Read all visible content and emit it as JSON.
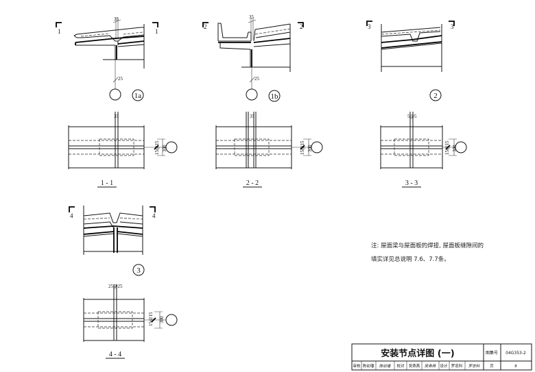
{
  "details": {
    "d1a": {
      "section_mark": "1",
      "dim_top": "35",
      "dim_bottom": "25",
      "label": "1a"
    },
    "d1b": {
      "section_mark": "2",
      "dim_top": "35",
      "dim_bottom": "25",
      "label": "1b"
    },
    "d2": {
      "section_mark": "3",
      "label": "2"
    },
    "d3": {
      "section_mark": "4",
      "label": "3"
    }
  },
  "plans": {
    "p11": {
      "title": "1 - 1",
      "dim_top": "35",
      "dim_weld": "15@15",
      "dim_len": "300"
    },
    "p22": {
      "title": "2 - 2",
      "dim_top": "35",
      "dim_weld": "15@15",
      "dim_len": "300"
    },
    "p33": {
      "title": "3 - 3",
      "dim_top": "5@5",
      "dim_weld": "15@15",
      "dim_len": "300"
    },
    "p44": {
      "title": "4 - 4",
      "dim_top": "25@25",
      "dim_weld": "15@15",
      "dim_len": "300"
    }
  },
  "note": {
    "line1": "注: 屋面梁与屋面板的焊接, 屋面板缝隙间的",
    "line2": "填实详见总说明 7.6、7.7条。"
  },
  "title_block": {
    "title": "安装节点详图 (一)",
    "atlas_label": "图集号",
    "atlas_no": "04G353-2",
    "review_label": "审核",
    "reviewer": "陈幼璠",
    "reviewer_sig": "陈幼璠",
    "check_label": "校对",
    "checker": "吴燕燕",
    "checker_sig": "吴燕燕",
    "design_label": "设计",
    "designer": "罗忠科",
    "designer_sig": "罗忠科",
    "page_label": "页",
    "page_no": "8"
  }
}
